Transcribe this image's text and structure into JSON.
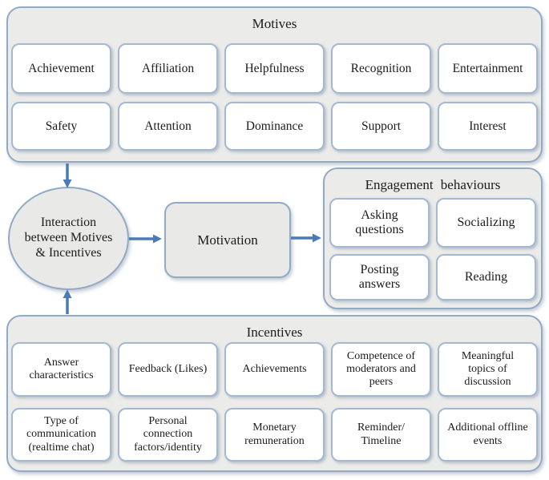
{
  "figure": {
    "motives": {
      "title": "Motives",
      "row1": [
        "Achievement",
        "Affiliation",
        "Helpfulness",
        "Recognition",
        "Entertainment"
      ],
      "row2": [
        "Safety",
        "Attention",
        "Dominance",
        "Support",
        "Interest"
      ]
    },
    "interaction": {
      "label": "Interaction between Motives & Incentives"
    },
    "motivation": {
      "label": "Motivation"
    },
    "engagement": {
      "title": "Engagement behaviours",
      "items": [
        "Asking questions",
        "Socializing",
        "Posting answers",
        "Reading"
      ]
    },
    "incentives": {
      "title": "Incentives",
      "row1": [
        "Answer characteristics",
        "Feedback (Likes)",
        "Achievements",
        "Competence of moderators and peers",
        "Meaningful topics of discussion"
      ],
      "row2": [
        "Type of communication (realtime chat)",
        "Personal connection factors/identity",
        "Monetary remuneration",
        "Reminder/ Timeline",
        "Additional offline events"
      ]
    },
    "colors": {
      "panel_fill": "#ebebea",
      "panel_border": "#93aac5",
      "box_fill": "#ffffff",
      "box_border": "#a3b9d1",
      "arrow": "#4a7ab8",
      "text": "#1c1c1c"
    }
  }
}
